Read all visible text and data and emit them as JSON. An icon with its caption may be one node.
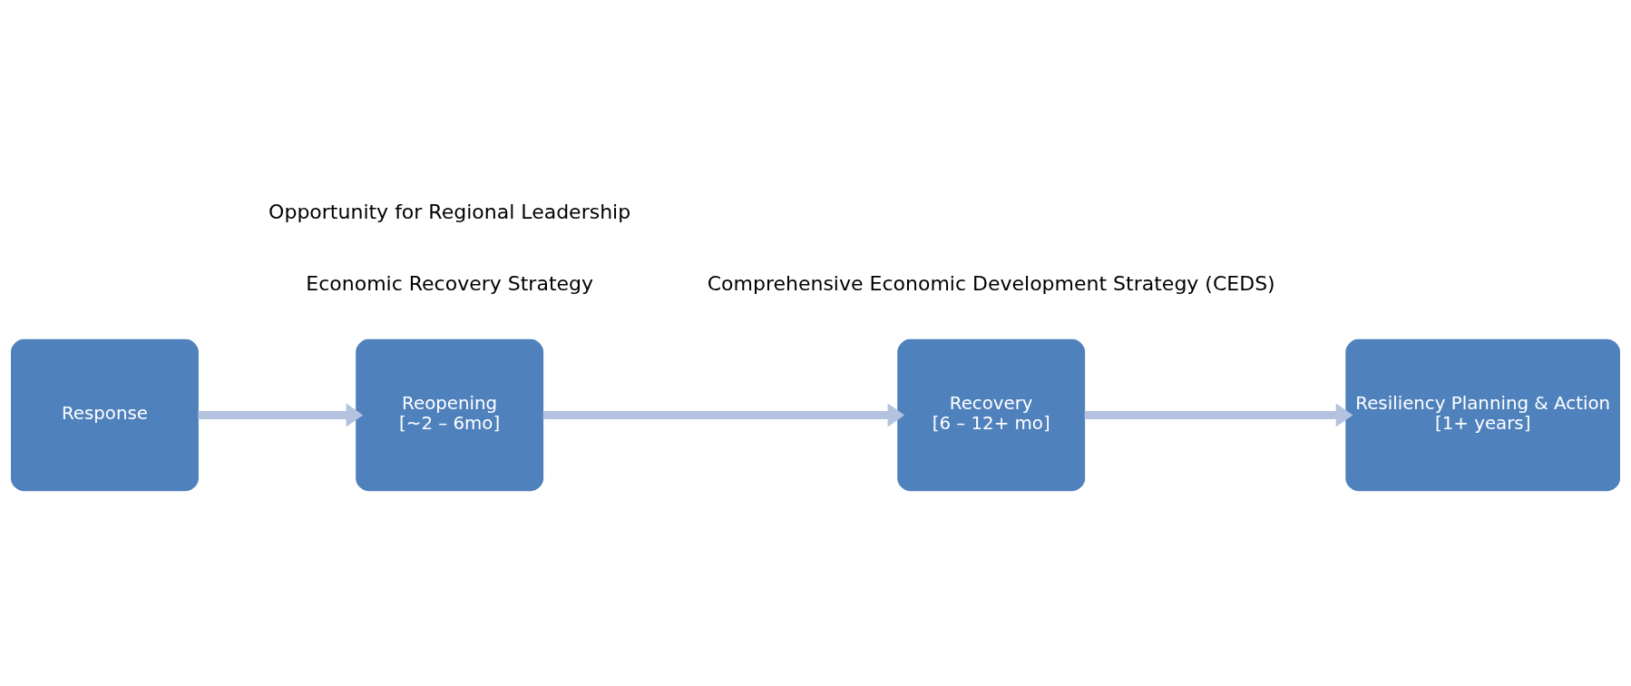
{
  "diagram": {
    "nodes": [
      {
        "text": [
          "Response"
        ]
      },
      {
        "text": [
          "Reopening",
          "[~2 – 6mo]"
        ]
      },
      {
        "text": [
          "Recovery",
          "[6 – 12+ mo]"
        ]
      },
      {
        "text": [
          "Resiliency Planning & Action",
          "[1+ years]"
        ]
      }
    ],
    "edges": [
      {
        "from": 0,
        "to": 1,
        "arrow": "to"
      },
      {
        "from": 1,
        "to": 2,
        "arrow": "to"
      },
      {
        "from": 2,
        "to": 3,
        "arrow": "to"
      }
    ],
    "labels": [
      "Economic Recovery Strategy",
      "Comprehensive Economic Development Strategy (CEDS)",
      "Opportunity for Regional Leadership"
    ]
  }
}
